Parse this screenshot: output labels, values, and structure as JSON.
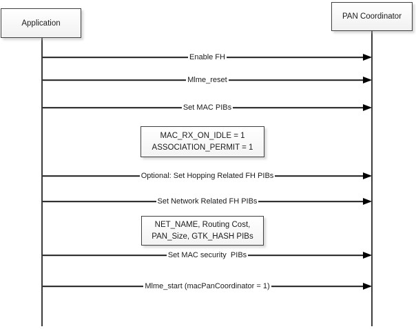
{
  "diagram": {
    "type": "sequence-diagram",
    "actors": [
      {
        "label": "Application"
      },
      {
        "label": "PAN Coordinator"
      }
    ],
    "messages": [
      {
        "label": "Enable FH",
        "from": "Application",
        "to": "PAN Coordinator"
      },
      {
        "label": "Mlme_reset",
        "from": "Application",
        "to": "PAN Coordinator"
      },
      {
        "label": "Set MAC PIBs",
        "from": "Application",
        "to": "PAN Coordinator"
      },
      {
        "label": "Optional: Set Hopping Related FH PIBs",
        "from": "Application",
        "to": "PAN Coordinator"
      },
      {
        "label": "Set Network Related FH PIBs",
        "from": "Application",
        "to": "PAN Coordinator"
      },
      {
        "label": "Set MAC security  PIBs",
        "from": "Application",
        "to": "PAN Coordinator"
      },
      {
        "label": "Mlme_start (macPanCoordinator = 1)",
        "from": "Application",
        "to": "PAN Coordinator"
      }
    ],
    "notes": [
      {
        "lines": [
          "MAC_RX_ON_IDLE = 1",
          "ASSOCIATION_PERMIT = 1"
        ]
      },
      {
        "lines": [
          "NET_NAME, Routing Cost,",
          "PAN_Size, GTK_HASH PIBs"
        ]
      }
    ],
    "colors": {
      "arrow_line": "#000000",
      "shape_border": "#3f3f3f",
      "shape_fill_top": "#ffffff",
      "shape_fill_bottom": "#f1f1f1",
      "text": "#1a1a1a",
      "background": "#ffffff"
    }
  }
}
